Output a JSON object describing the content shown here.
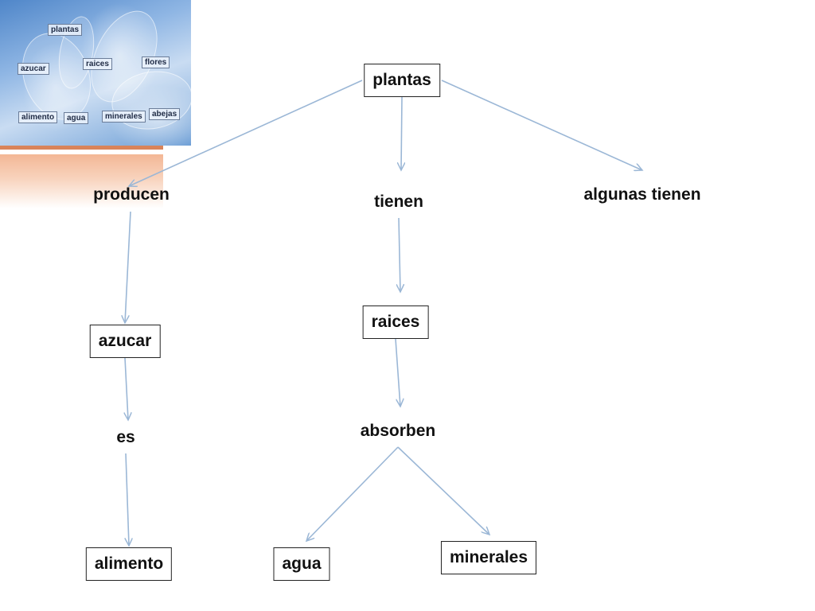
{
  "thumbnail": {
    "labels": {
      "plantas": "plantas",
      "azucar": "azucar",
      "raices": "raices",
      "flores": "flores",
      "alimento": "alimento",
      "agua": "agua",
      "minerales": "minerales",
      "abejas": "abejas"
    }
  },
  "map": {
    "plantas": "plantas",
    "producen": "producen",
    "tienen": "tienen",
    "algunas_tienen": "algunas tienen",
    "raices": "raices",
    "azucar": "azucar",
    "absorben": "absorben",
    "es": "es",
    "alimento": "alimento",
    "agua": "agua",
    "minerales": "minerales"
  },
  "colors": {
    "connector": "#9bb7d6",
    "box_border": "#222222",
    "accent_bar": "#d9845a"
  }
}
